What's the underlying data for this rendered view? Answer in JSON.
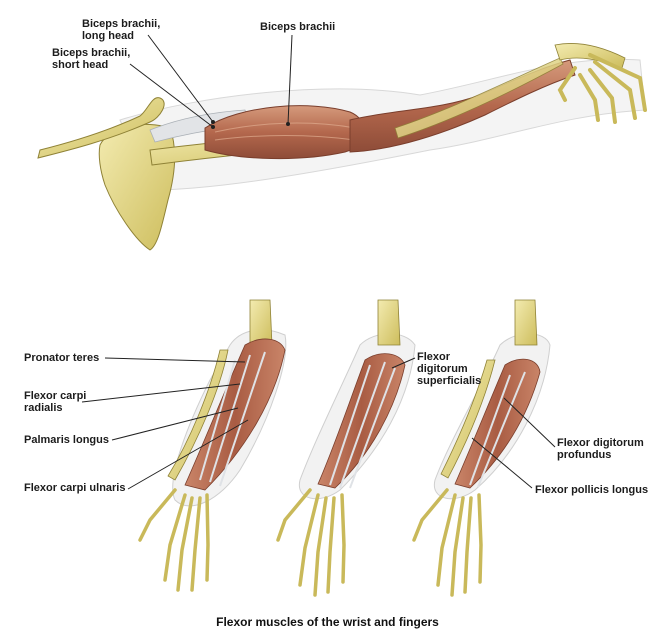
{
  "top_figure": {
    "labels": {
      "long_head": "Biceps brachii,\nlong head",
      "short_head": "Biceps brachii,\nshort head",
      "biceps": "Biceps brachii"
    }
  },
  "bottom_figure": {
    "labels": {
      "pronator_teres": "Pronator teres",
      "flexor_carpi_radialis": "Flexor carpi\nradialis",
      "palmaris_longus": "Palmaris longus",
      "flexor_carpi_ulnaris": "Flexor carpi ulnaris",
      "flexor_digitorum_superficialis": "Flexor\ndigitorum\nsuperficialis",
      "flexor_digitorum_profundus": "Flexor digitorum\nprofundus",
      "flexor_pollicis_longus": "Flexor pollicis longus"
    }
  },
  "caption": "Flexor muscles of the wrist and fingers",
  "colors": {
    "bone": "#e6dc8a",
    "bone_shadow": "#c9b95a",
    "muscle": "#b4684d",
    "muscle_light": "#d39a7c",
    "tendon": "#d9dde2",
    "leader_line": "#222222"
  }
}
